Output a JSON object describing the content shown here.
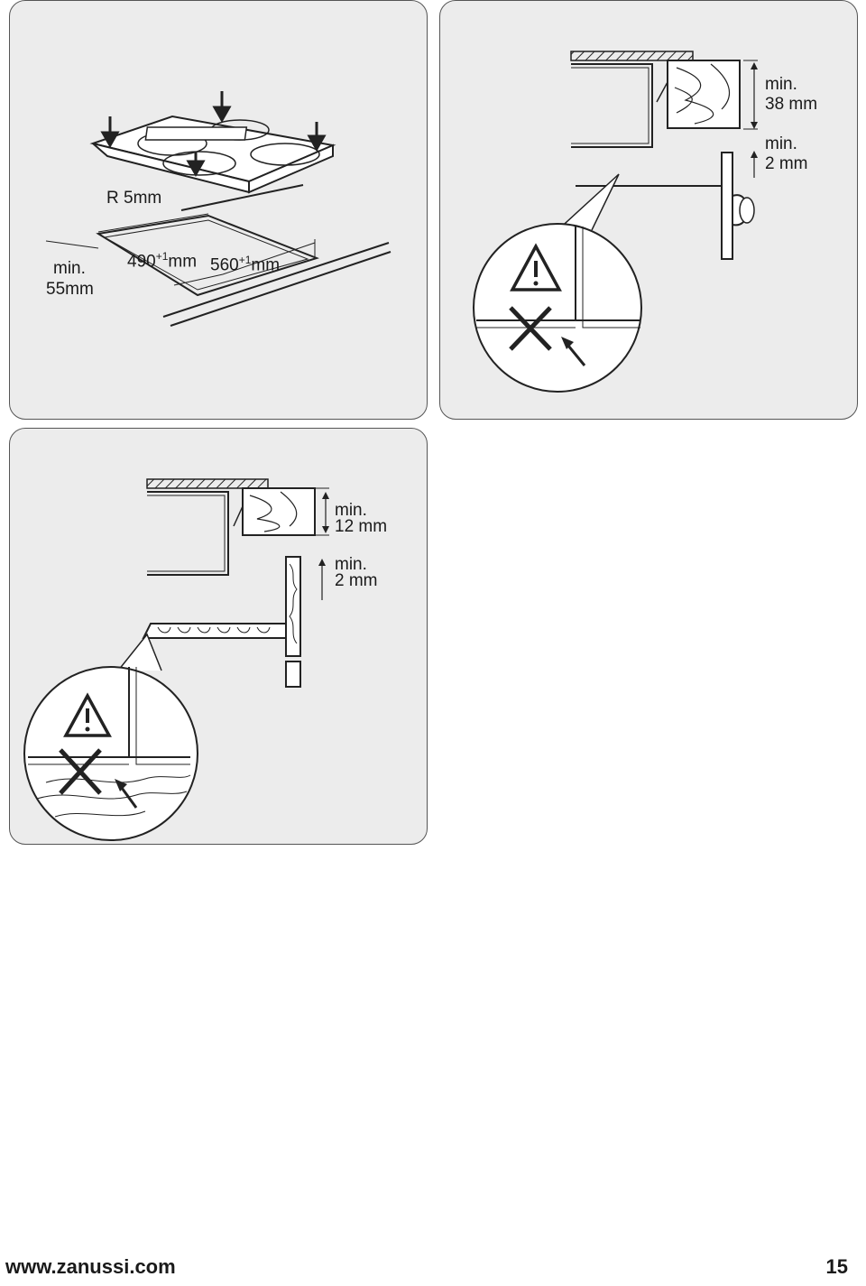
{
  "panel1": {
    "radius_label": "R 5mm",
    "min_label": "min.",
    "min_value": "55mm",
    "width_value": "490",
    "width_tolerance": "+1",
    "width_unit": "mm",
    "length_value": "560",
    "length_tolerance": "+1",
    "length_unit": "mm"
  },
  "panel2": {
    "top_min_label": "min.",
    "top_min_value": "38 mm",
    "gap_min_label": "min.",
    "gap_min_value": "2 mm"
  },
  "panel3": {
    "top_min_label": "min.",
    "top_min_value": "12 mm",
    "gap_min_label": "min.",
    "gap_min_value": "2 mm"
  },
  "footer": {
    "url": "www.zanussi.com",
    "page_number": "15"
  }
}
